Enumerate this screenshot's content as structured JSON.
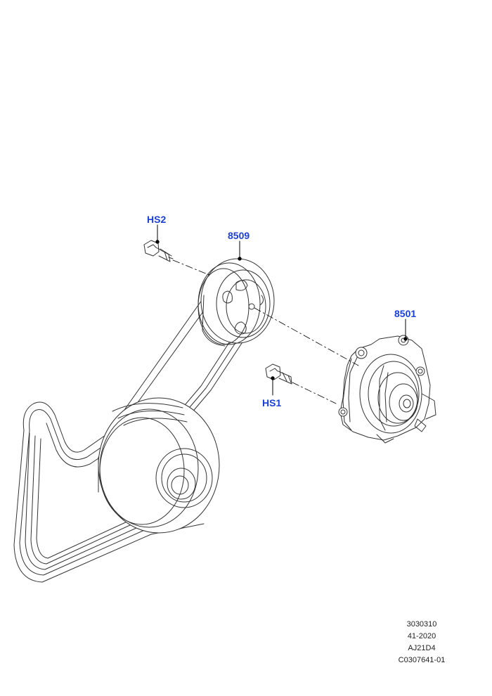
{
  "callouts": {
    "hs2": "HS2",
    "pulley": "8509",
    "pump": "8501",
    "hs1": "HS1"
  },
  "reference": {
    "line1": "3030310",
    "line2": "41-2020",
    "line3": "AJ21D4",
    "line4": "C0307641-01"
  },
  "colors": {
    "callout": "#1a3fd6",
    "line": "#333333"
  }
}
